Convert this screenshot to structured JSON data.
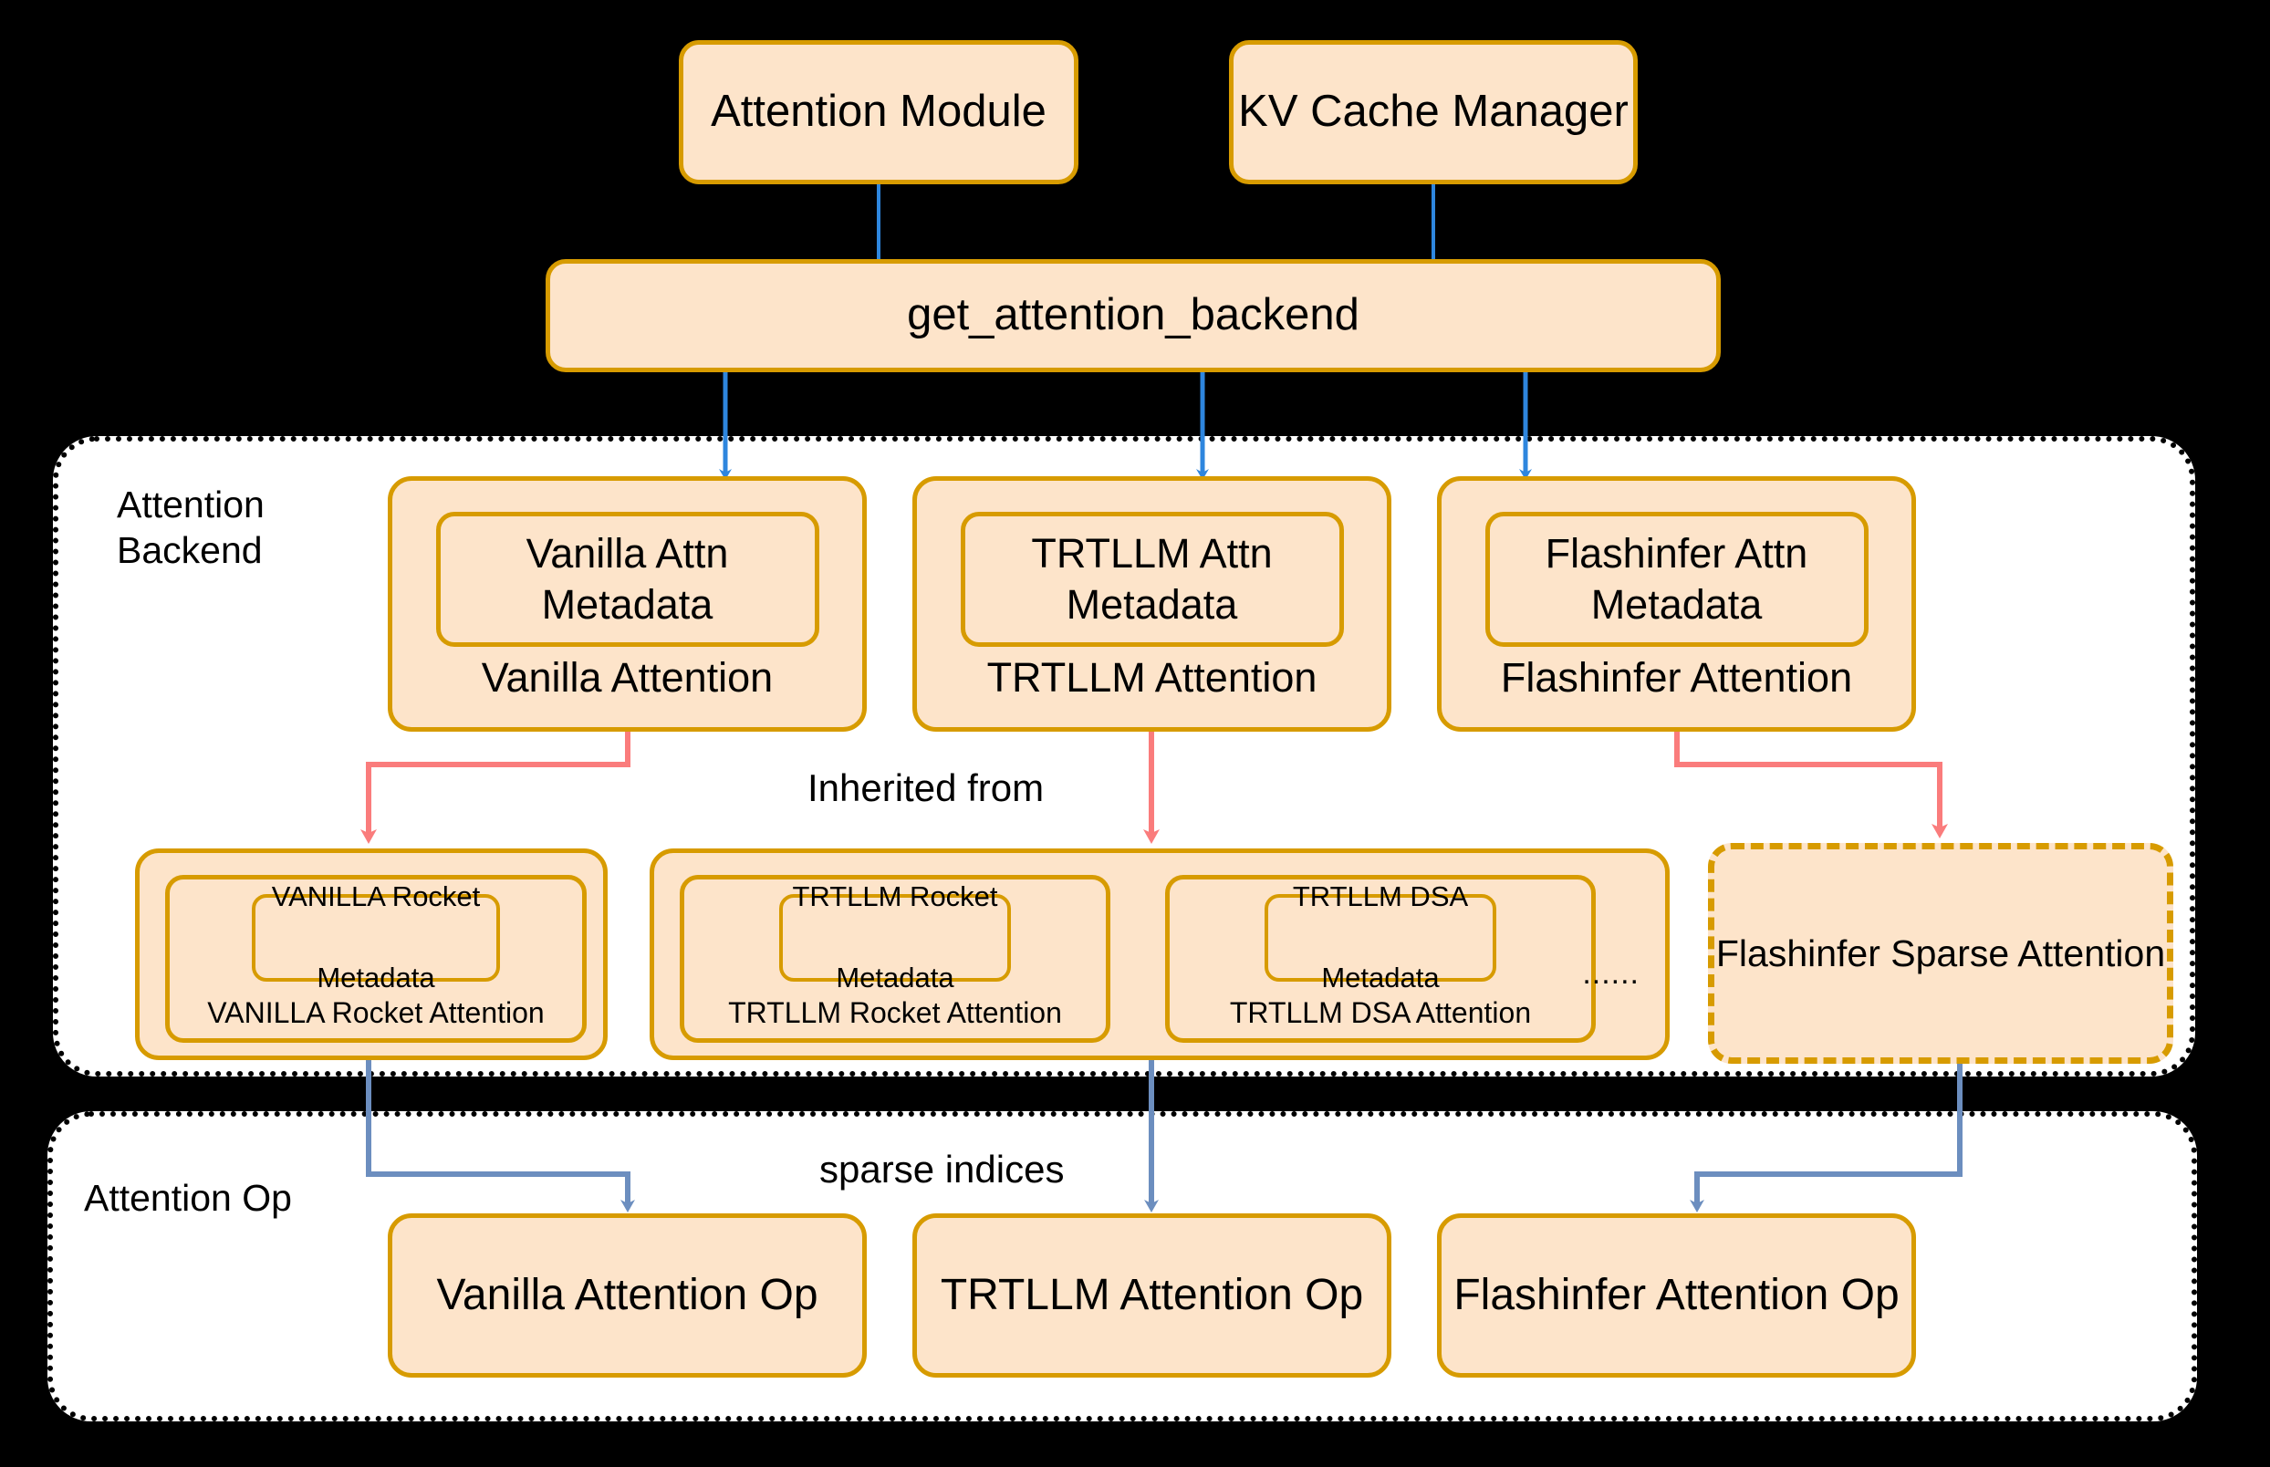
{
  "diagram": {
    "title": "Attention Backend Architecture",
    "colors": {
      "node_fill": "#FDE4CA",
      "node_border": "#D79B00",
      "group_border": "#000000",
      "group_fill": "#FFFFFF",
      "blue_arrow": "#2E86DE",
      "blue_arrow_light": "#6C8EBF",
      "red_arrow": "#FA7C7C",
      "background": "#000000",
      "text": "#000000"
    }
  },
  "top": {
    "attention_module": "Attention Module",
    "kv_cache_manager": "KV Cache Manager",
    "get_attention_backend": "get_attention_backend"
  },
  "backend_group": {
    "label": "Attention\nBackend",
    "backends": [
      {
        "metadata": "Vanilla Attn\nMetadata",
        "name": "Vanilla Attention"
      },
      {
        "metadata": "TRTLLM Attn\nMetadata",
        "name": "TRTLLM Attention"
      },
      {
        "metadata": "Flashinfer Attn\nMetadata",
        "name": "Flashinfer Attention"
      }
    ],
    "inherited_label": "Inherited from",
    "sparse_impls": {
      "vanilla": {
        "metadata": "VANILLA Rocket\n\nMetadata",
        "name": "VANILLA Rocket Attention"
      },
      "trtllm": [
        {
          "metadata": "TRTLLM Rocket\n\nMetadata",
          "name": "TRTLLM Rocket Attention"
        },
        {
          "metadata": "TRTLLM DSA\n\nMetadata",
          "name": "TRTLLM DSA Attention"
        }
      ],
      "trtllm_more": "......",
      "flashinfer": "Flashinfer Sparse Attention"
    }
  },
  "op_group": {
    "label": "Attention Op",
    "sparse_indices_label": "sparse indices",
    "ops": [
      "Vanilla Attention Op",
      "TRTLLM Attention Op",
      "Flashinfer Attention Op"
    ]
  }
}
